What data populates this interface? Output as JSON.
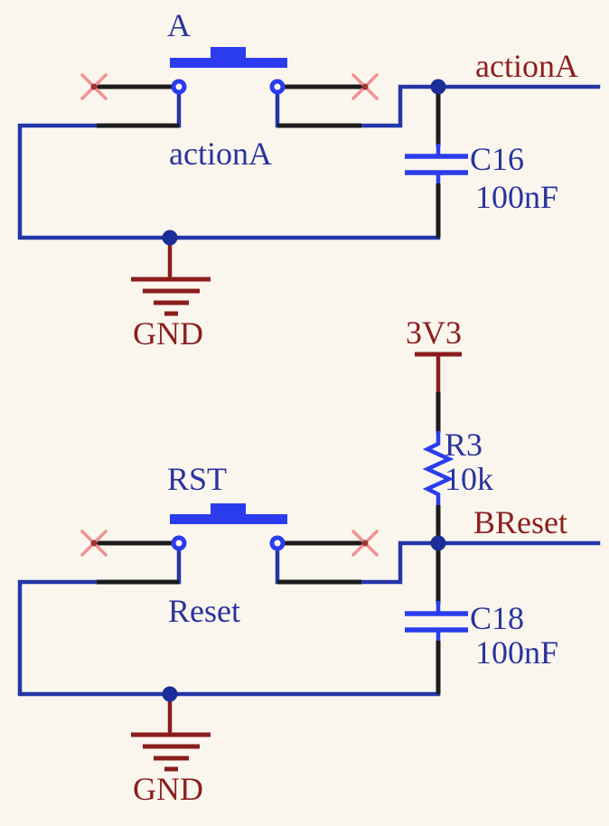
{
  "schematic": {
    "colors": {
      "background": "#FAF6EE",
      "wire": "#2336A8",
      "component": "#2B3BEE",
      "pin": "#1C1C1C",
      "junction": "#1B2D96",
      "power": "#8C1D1D",
      "net-label": "#8C1F1F",
      "text-blue": "#2B339E",
      "no-erc": "#F09292",
      "no-erc-center": "#A23535"
    },
    "circuits": [
      {
        "button": {
          "designator": "A",
          "comment": "actionA"
        },
        "net_label": "actionA",
        "capacitor": {
          "designator": "C16",
          "value": "100nF"
        },
        "ground": {
          "label": "GND"
        }
      },
      {
        "power": {
          "label": "3V3"
        },
        "resistor": {
          "designator": "R3",
          "value": "10k"
        },
        "button": {
          "designator": "RST",
          "comment": "Reset"
        },
        "net_label": "BReset",
        "capacitor": {
          "designator": "C18",
          "value": "100nF"
        },
        "ground": {
          "label": "GND"
        }
      }
    ]
  }
}
